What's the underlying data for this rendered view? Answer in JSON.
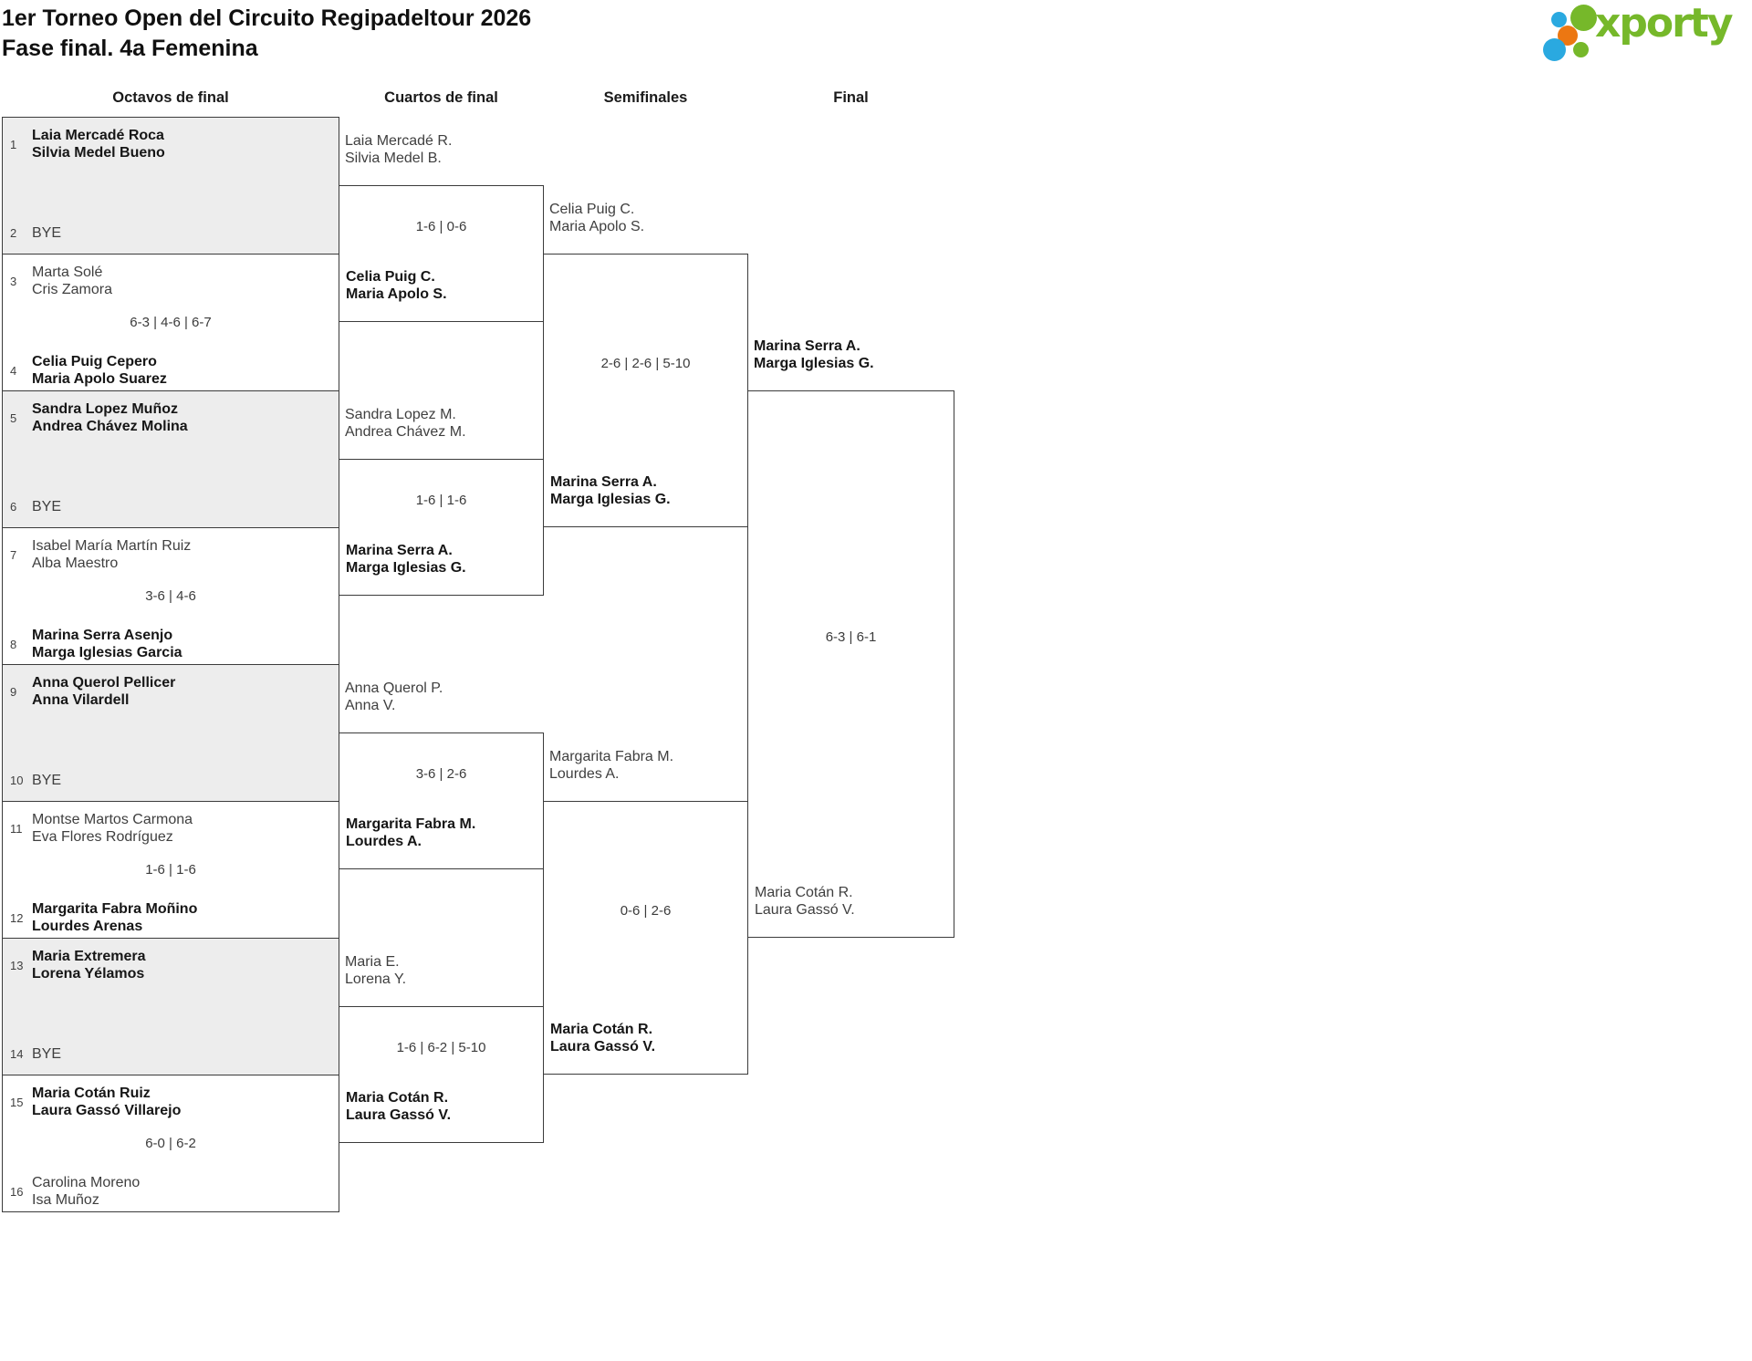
{
  "header": {
    "title_line1": "1er Torneo Open del Circuito Regipadeltour 2026",
    "title_line2": "Fase final. 4a Femenina",
    "logo_text": "xporty"
  },
  "columns": [
    "Octavos de final",
    "Cuartos de final",
    "Semifinales",
    "Final"
  ],
  "colors": {
    "logo_green": "#76b82a",
    "logo_blue": "#2aa9e0",
    "logo_orange": "#ec7712",
    "shaded_box": "#ededed",
    "border": "#3b3b3b"
  },
  "octavos": [
    {
      "seed_top": "1",
      "top1": "Laia Mercadé Roca",
      "top2": "Silvia Medel Bueno",
      "score": "",
      "seed_bottom": "2",
      "bottom1": "BYE",
      "bottom2": "",
      "winner": "top"
    },
    {
      "seed_top": "3",
      "top1": "Marta Solé",
      "top2": "Cris Zamora",
      "score": "6-3 | 4-6 | 6-7",
      "seed_bottom": "4",
      "bottom1": "Celia Puig Cepero",
      "bottom2": "Maria Apolo Suarez",
      "winner": "bottom"
    },
    {
      "seed_top": "5",
      "top1": "Sandra Lopez Muñoz",
      "top2": "Andrea Chávez Molina",
      "score": "",
      "seed_bottom": "6",
      "bottom1": "BYE",
      "bottom2": "",
      "winner": "top"
    },
    {
      "seed_top": "7",
      "top1": "Isabel María Martín Ruiz",
      "top2": "Alba Maestro",
      "score": "3-6 | 4-6",
      "seed_bottom": "8",
      "bottom1": "Marina Serra Asenjo",
      "bottom2": "Marga Iglesias Garcia",
      "winner": "bottom"
    },
    {
      "seed_top": "9",
      "top1": "Anna Querol Pellicer",
      "top2": "Anna Vilardell",
      "score": "",
      "seed_bottom": "10",
      "bottom1": "BYE",
      "bottom2": "",
      "winner": "top"
    },
    {
      "seed_top": "11",
      "top1": "Montse Martos Carmona",
      "top2": "Eva Flores Rodríguez",
      "score": "1-6 | 1-6",
      "seed_bottom": "12",
      "bottom1": "Margarita Fabra Moñino",
      "bottom2": "Lourdes Arenas",
      "winner": "bottom"
    },
    {
      "seed_top": "13",
      "top1": "Maria Extremera",
      "top2": "Lorena Yélamos",
      "score": "",
      "seed_bottom": "14",
      "bottom1": "BYE",
      "bottom2": "",
      "winner": "top"
    },
    {
      "seed_top": "15",
      "top1": "Maria Cotán Ruiz",
      "top2": "Laura Gassó Villarejo",
      "score": "6-0 | 6-2",
      "seed_bottom": "16",
      "bottom1": "Carolina Moreno",
      "bottom2": "Isa Muñoz",
      "winner": "top"
    }
  ],
  "cuartos": [
    {
      "top1": "Laia Mercadé R.",
      "top2": "Silvia Medel B.",
      "score": "1-6 | 0-6",
      "bottom1": "Celia Puig C.",
      "bottom2": "Maria Apolo S.",
      "winner": "bottom"
    },
    {
      "top1": "Sandra Lopez M.",
      "top2": "Andrea Chávez M.",
      "score": "1-6 | 1-6",
      "bottom1": "Marina Serra A.",
      "bottom2": "Marga Iglesias G.",
      "winner": "bottom"
    },
    {
      "top1": "Anna Querol P.",
      "top2": "Anna V.",
      "score": "3-6 | 2-6",
      "bottom1": "Margarita Fabra M.",
      "bottom2": "Lourdes A.",
      "winner": "bottom"
    },
    {
      "top1": "Maria E.",
      "top2": "Lorena Y.",
      "score": "1-6 | 6-2 | 5-10",
      "bottom1": "Maria Cotán R.",
      "bottom2": "Laura Gassó V.",
      "winner": "bottom"
    }
  ],
  "semifinales": [
    {
      "top1": "Celia Puig C.",
      "top2": "Maria Apolo S.",
      "score": "2-6 | 2-6 | 5-10",
      "bottom1": "Marina Serra A.",
      "bottom2": "Marga Iglesias G.",
      "winner": "bottom"
    },
    {
      "top1": "Margarita Fabra M.",
      "top2": "Lourdes A.",
      "score": "0-6 | 2-6",
      "bottom1": "Maria Cotán R.",
      "bottom2": "Laura Gassó V.",
      "winner": "bottom"
    }
  ],
  "final": {
    "top1": "Marina Serra A.",
    "top2": "Marga Iglesias G.",
    "score": "6-3 | 6-1",
    "bottom1": "Maria Cotán R.",
    "bottom2": "Laura Gassó V.",
    "winner": "top"
  }
}
